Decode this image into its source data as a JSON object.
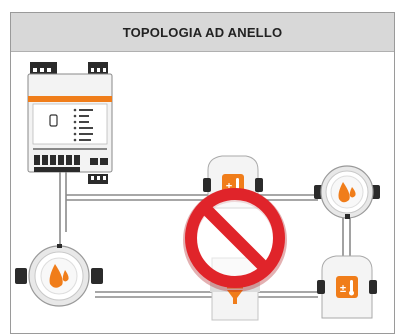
{
  "header": {
    "title": "TOPOLOGIA AD ANELLO"
  },
  "controller": {
    "icon": "controller-unit-icon",
    "top_left_text": "",
    "top_right_text": ""
  },
  "devices": [
    {
      "kind": "temperature-sensor",
      "icon": "thermometer-plus-minus-icon"
    },
    {
      "kind": "water-flow-valve",
      "icon": "water-drop-icon"
    },
    {
      "kind": "water-flow-valve",
      "icon": "water-drop-icon"
    },
    {
      "kind": "temperature-sensor",
      "icon": "thermometer-plus-minus-icon"
    },
    {
      "kind": "filter-device",
      "icon": "filter-funnel-icon"
    }
  ],
  "prohibition": {
    "icon": "prohibited-sign-icon",
    "meaning": "forbidden"
  },
  "colors": {
    "accent": "#f07d1a",
    "prohibition_red": "#e0242a",
    "wire": "#8a8a8a",
    "header_bg": "#d8d8d8"
  }
}
